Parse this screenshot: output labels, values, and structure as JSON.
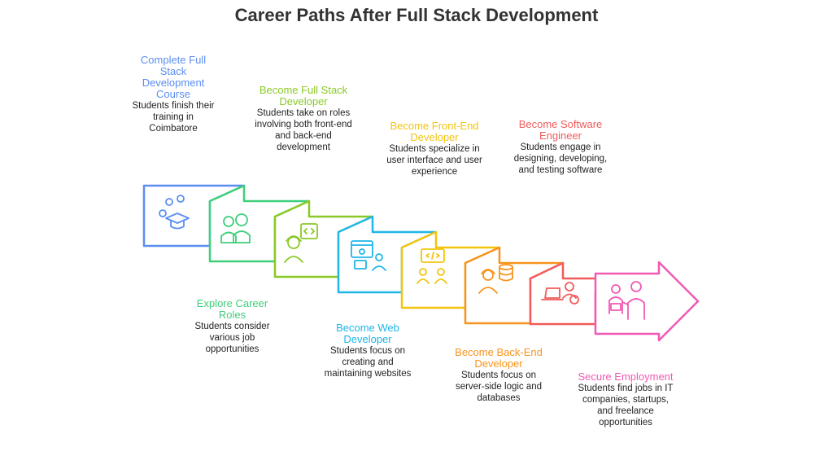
{
  "title": "Career Paths After Full Stack Development",
  "steps": [
    {
      "heading": "Complete Full Stack Development Course",
      "description": "Students finish their training in Coimbatore",
      "color": "#5b8ef0",
      "icon": "graduation-cap-icon"
    },
    {
      "heading": "Explore Career Roles",
      "description": "Students consider various job opportunities",
      "color": "#3ecf7a",
      "icon": "people-icon"
    },
    {
      "heading": "Become Full Stack Developer",
      "description": "Students take on roles involving both front-end and back-end development",
      "color": "#8ac926",
      "icon": "developer-icon"
    },
    {
      "heading": "Become Web Developer",
      "description": "Students focus on creating and maintaining websites",
      "color": "#1fb6e8",
      "icon": "web-developer-icon"
    },
    {
      "heading": "Become Front-End Developer",
      "description": "Students specialize in user interface and user experience",
      "color": "#f2c40f",
      "icon": "ui-team-icon"
    },
    {
      "heading": "Become Back-End Developer",
      "description": "Students focus on server-side logic and databases",
      "color": "#f7941d",
      "icon": "database-icon"
    },
    {
      "heading": "Become Software Engineer",
      "description": "Students engage in designing, developing, and testing software",
      "color": "#f15b5b",
      "icon": "engineer-icon"
    },
    {
      "heading": "Secure Employment",
      "description": "Students find jobs in IT companies, startups, and freelance opportunities",
      "color": "#f05ab4",
      "icon": "handshake-icon"
    }
  ]
}
